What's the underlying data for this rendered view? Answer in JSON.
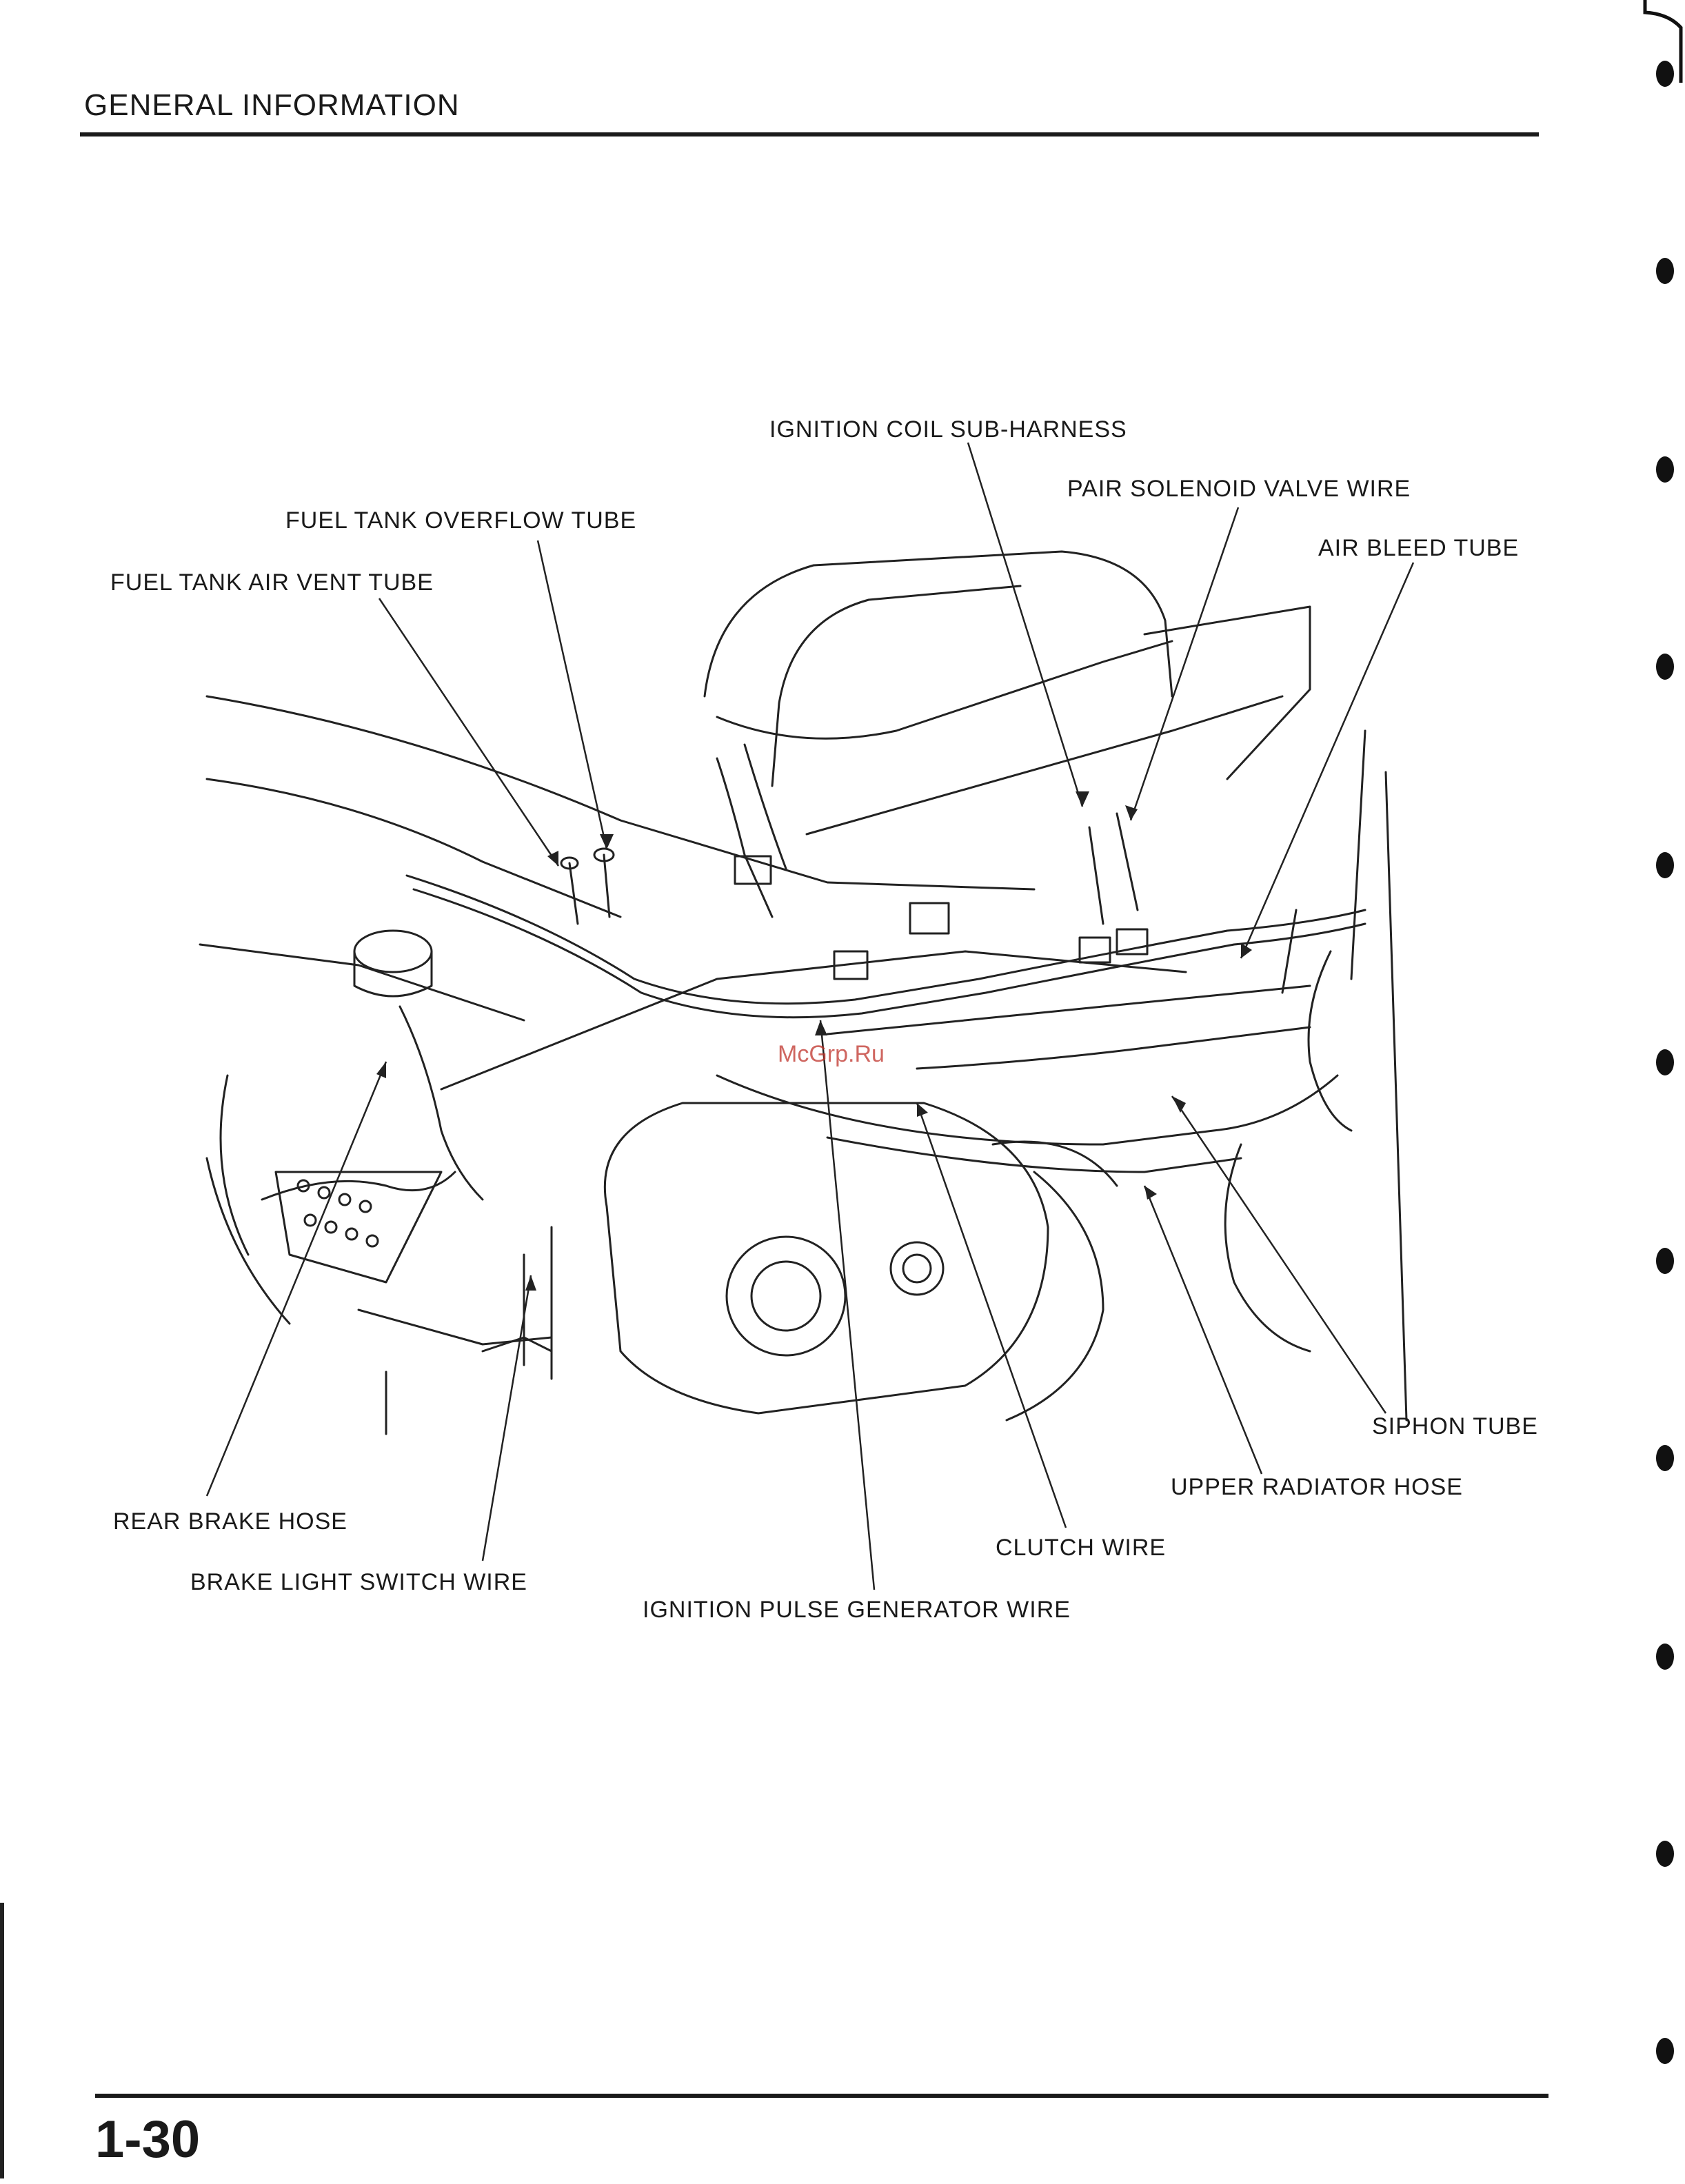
{
  "header": {
    "title": "GENERAL INFORMATION"
  },
  "footer": {
    "page_number": "1-30"
  },
  "watermark": "McGrp.Ru",
  "diagram": {
    "labels": {
      "ignition_coil_sub_harness": "IGNITION COIL SUB-HARNESS",
      "pair_solenoid_valve_wire": "PAIR SOLENOID VALVE WIRE",
      "fuel_tank_overflow_tube": "FUEL TANK OVERFLOW TUBE",
      "air_bleed_tube": "AIR BLEED TUBE",
      "fuel_tank_air_vent_tube": "FUEL TANK AIR VENT TUBE",
      "siphon_tube": "SIPHON TUBE",
      "upper_radiator_hose": "UPPER RADIATOR HOSE",
      "rear_brake_hose": "REAR BRAKE HOSE",
      "clutch_wire": "CLUTCH WIRE",
      "brake_light_switch_wire": "BRAKE LIGHT SWITCH WIRE",
      "ignition_pulse_generator_wire": "IGNITION PULSE GENERATOR WIRE"
    }
  }
}
